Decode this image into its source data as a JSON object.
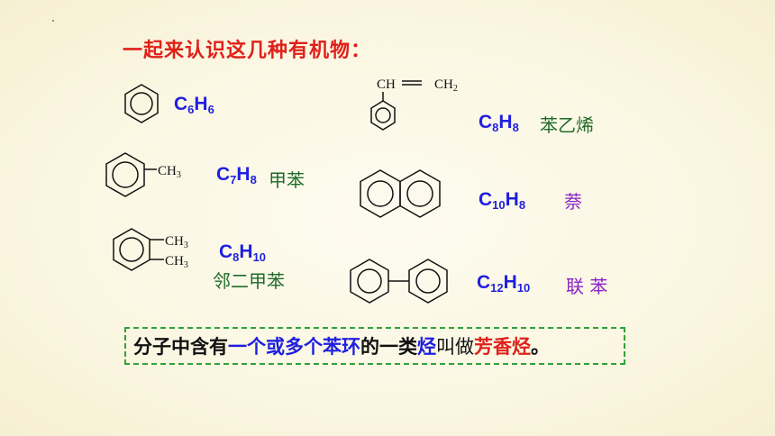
{
  "title": "一起来认识这几种有机物：",
  "compounds": [
    {
      "formula": {
        "c": "6",
        "h": "6"
      },
      "name": "",
      "label": "",
      "color": "#1f1fe0"
    },
    {
      "formula": {
        "c": "7",
        "h": "8"
      },
      "name": "甲苯",
      "methyl_label": "CH",
      "methyl_sub": "3"
    },
    {
      "formula": {
        "c": "8",
        "h": "10"
      },
      "name": "邻二甲苯",
      "methyl_label": "CH",
      "methyl_sub": "3"
    },
    {
      "formula": {
        "c": "8",
        "h": "8"
      },
      "name": "苯乙烯",
      "vinyl_left": "CH",
      "vinyl_right": "CH",
      "vinyl_sub": "2"
    },
    {
      "formula": {
        "c": "10",
        "h": "8"
      },
      "name": "萘"
    },
    {
      "formula": {
        "c": "12",
        "h": "10"
      },
      "name": "联 苯"
    }
  ],
  "summary": {
    "part1": "分子中含有",
    "part2": "一个或多个苯环",
    "part3": "的一类",
    "part4": "烃",
    "part5": "叫做",
    "part6": "芳香烃",
    "part7": "。"
  },
  "colors": {
    "title": "#e0201a",
    "formula": "#1f1fe0",
    "name_green": "#1f6b2a",
    "name_purple": "#8b24c8",
    "border": "#2fa23a"
  }
}
